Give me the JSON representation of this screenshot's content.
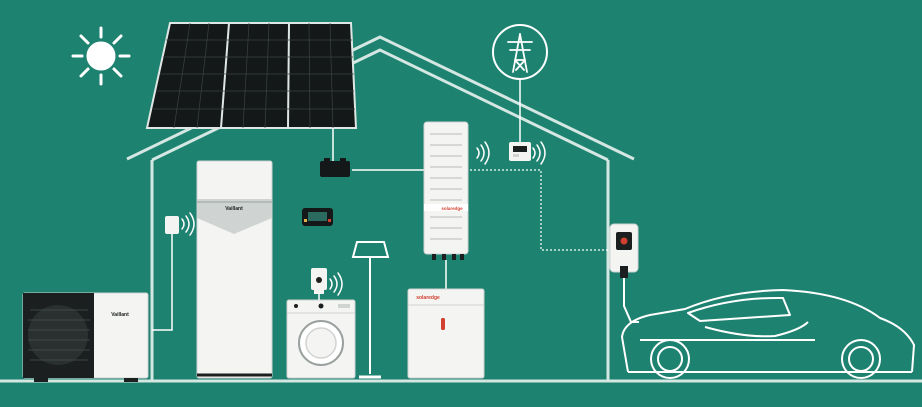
{
  "colors": {
    "background": "#1e8270",
    "outline": "#d4e7e2",
    "device_white": "#f4f4f2",
    "device_grey": "#cfd3d1",
    "dark": "#1b1f1f",
    "accent_red": "#d2402f"
  },
  "labels": {
    "boiler_brand": "Vaillant",
    "heat_pump_brand": "Vaillant",
    "inverter_brand": "solaredge",
    "battery_brand": "solaredge"
  },
  "icons": {
    "sun": "sun-icon",
    "power_pylon": "power-pylon-icon",
    "wifi": "wifi-icon"
  }
}
